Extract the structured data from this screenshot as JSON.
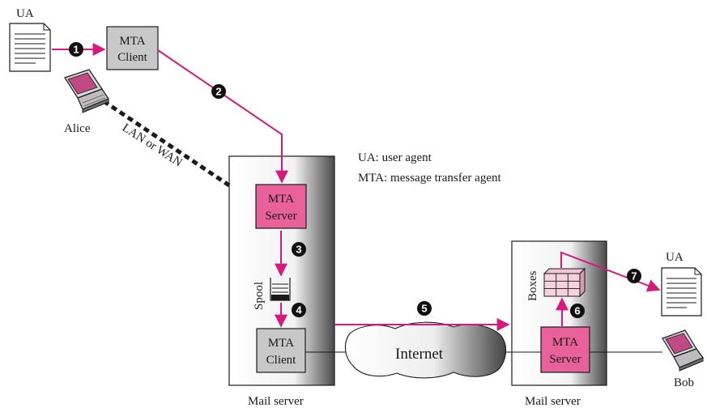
{
  "colors": {
    "flow": "#d6197e",
    "mta_server_fill": "#e8619b",
    "mta_client_fill": "#c8c8c8",
    "lan_dash": "#1a1a1a"
  },
  "labels": {
    "ua_sender": "UA",
    "ua_receiver": "UA",
    "alice": "Alice",
    "bob": "Bob",
    "lan_or_wan": "LAN or WAN",
    "mta_client_1": [
      "MTA",
      "Client"
    ],
    "mta_server_1": [
      "MTA",
      "Server"
    ],
    "mta_client_2": [
      "MTA",
      "Client"
    ],
    "mta_server_2": [
      "MTA",
      "Server"
    ],
    "spool": "Spool",
    "boxes": "Boxes",
    "internet": "Internet",
    "mail_server_left": "Mail server",
    "mail_server_right": "Mail server"
  },
  "legend": {
    "ua": "UA: user agent",
    "mta": "MTA: message transfer agent"
  },
  "steps": [
    "1",
    "2",
    "3",
    "4",
    "5",
    "6",
    "7"
  ]
}
